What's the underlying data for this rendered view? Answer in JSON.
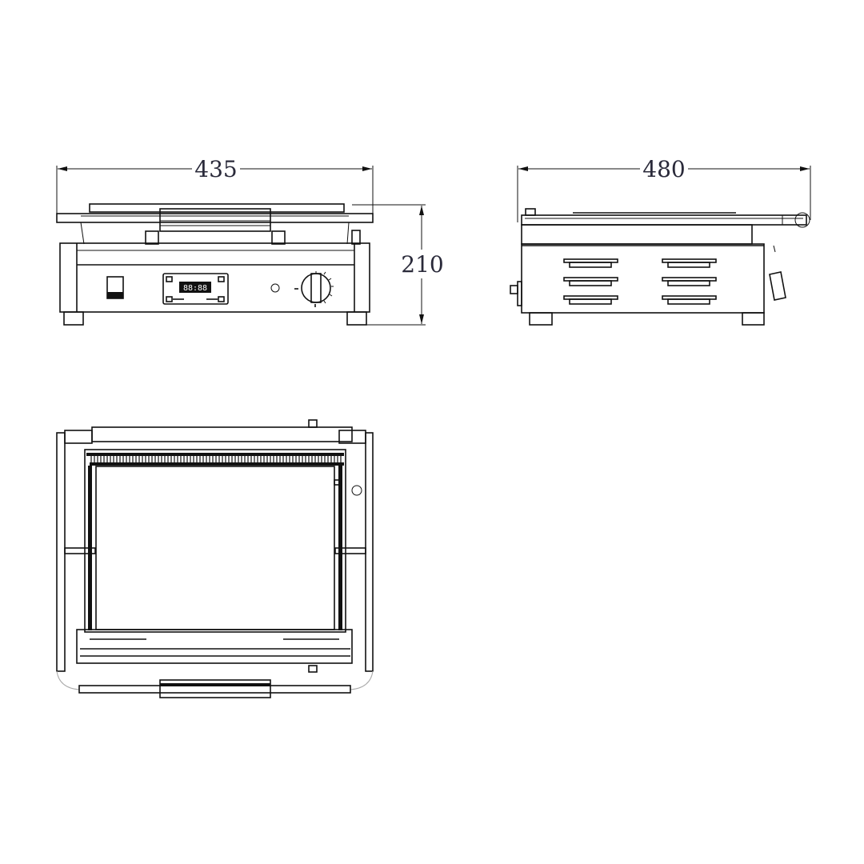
{
  "drawing": {
    "front_view": {
      "width_dimension": "435",
      "height_dimension": "210"
    },
    "side_view": {
      "depth_dimension": "480"
    },
    "display_readout": "88:88"
  },
  "colors": {
    "line": "#111111",
    "dimension_text": "#2a2a3a",
    "background": "#ffffff"
  }
}
